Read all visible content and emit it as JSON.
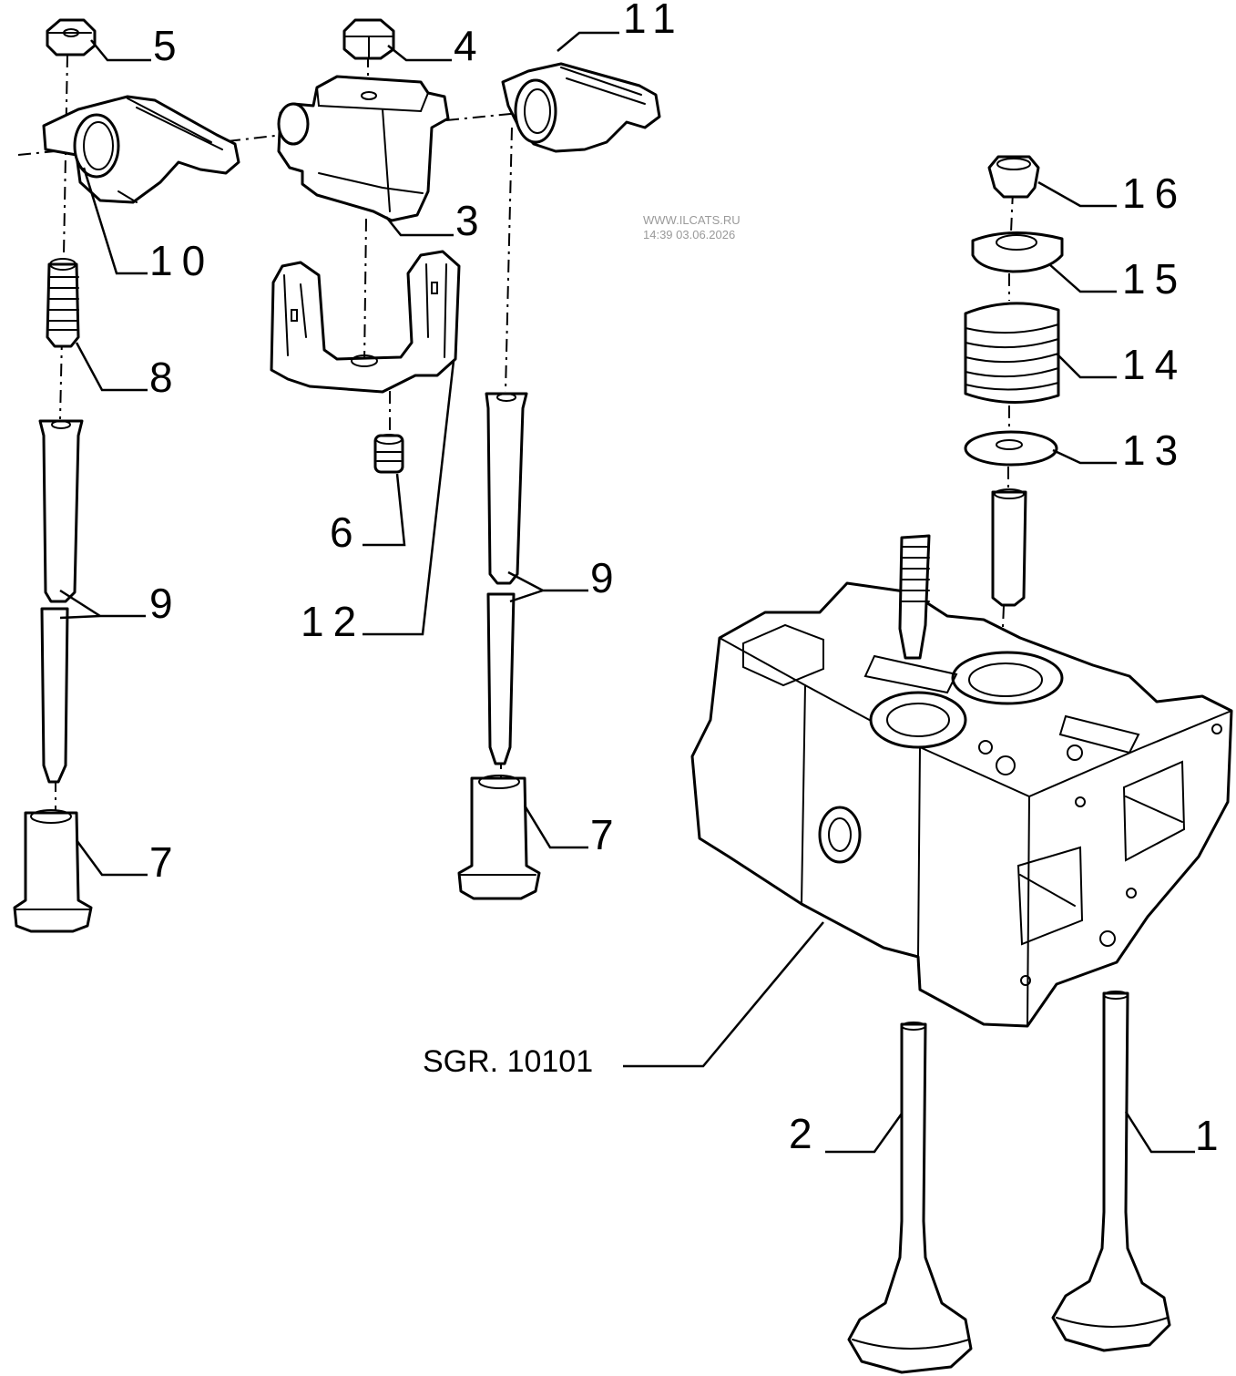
{
  "watermark": {
    "site": "WWW.ILCATS.RU",
    "timestamp": "14:39 03.06.2026"
  },
  "reference": "SGR. 10101",
  "callouts": [
    "1",
    "2",
    "3",
    "4",
    "5",
    "6",
    "7",
    "7",
    "8",
    "9",
    "9",
    "10",
    "11",
    "12",
    "13",
    "14",
    "15",
    "16"
  ]
}
